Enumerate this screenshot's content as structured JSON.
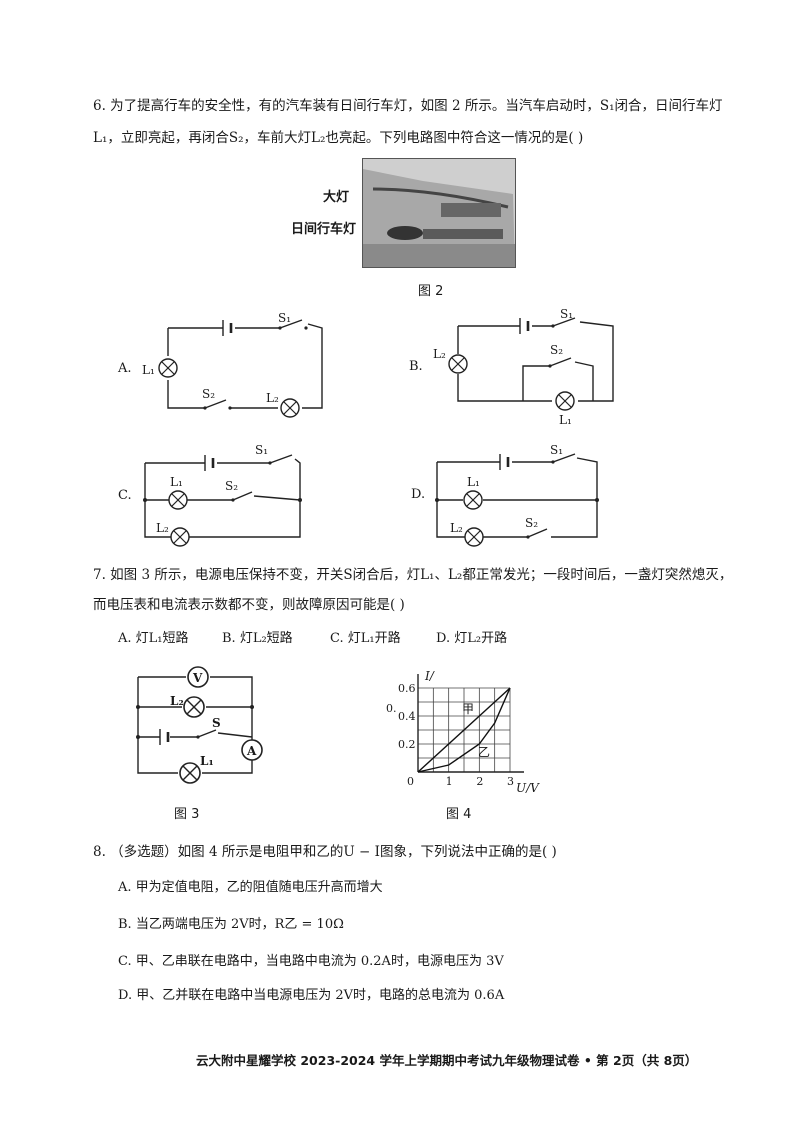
{
  "q6": {
    "line1": "6.  为了提高行车的安全性，有的汽车装有日间行车灯，如图 2 所示。当汽车启动时，S₁闭合，日间行车灯",
    "line2": "L₁，立即亮起，再闭合S₂，车前大灯L₂也亮起。下列电路图中符合这一情况的是(                )",
    "photo_labels": {
      "headlight": "大灯",
      "drl": "日间行车灯"
    },
    "figure_caption": "图 2",
    "options": [
      {
        "letter": "A.",
        "L1": "L₁",
        "L2": "L₂",
        "S1": "S₁",
        "S2": "S₂"
      },
      {
        "letter": "B.",
        "L1": "L₁",
        "L2": "L₂",
        "S1": "S₁",
        "S2": "S₂"
      },
      {
        "letter": "C.",
        "L1": "L₁",
        "L2": "L₂",
        "S1": "S₁",
        "S2": "S₂"
      },
      {
        "letter": "D.",
        "L1": "L₁",
        "L2": "L₂",
        "S1": "S₁",
        "S2": "S₂"
      }
    ]
  },
  "q7": {
    "line1": "7.  如图 3 所示，电源电压保持不变，开关S闭合后，灯L₁、L₂都正常发光；一段时间后，一盏灯突然熄灭，",
    "line2": "而电压表和电流表示数都不变，则故障原因可能是(                )",
    "options": [
      "A.  灯L₁短路",
      "B.  灯L₂短路",
      "C.  灯L₁开路",
      "D.  灯L₂开路"
    ],
    "fig3": {
      "caption": "图 3",
      "V": "V",
      "A": "A",
      "L2": "L₂",
      "S": "S",
      "L1": "L₁"
    },
    "fig4": {
      "caption": "图 4",
      "y_axis_label": "I/",
      "x_axis_label": "U/V",
      "y_tick_labels": [
        "0.6",
        "0.4",
        "0.2"
      ],
      "x_tick_labels": [
        "0",
        "1",
        "2",
        "3"
      ],
      "side_mark": "0.",
      "series_labels": [
        "甲",
        "乙"
      ]
    }
  },
  "q8": {
    "stem": "8.  （多选题）如图 4 所示是电阻甲和乙的U − I图象，下列说法中正确的是(                )",
    "options": [
      "A.  甲为定值电阻，乙的阻值随电压升高而增大",
      "B.  当乙两端电压为 2V时，R乙 = 10Ω",
      "C.  甲、乙串联在电路中，当电路中电流为 0.2A时，电源电压为 3V",
      "D.  甲、乙并联在电路中当电源电压为 2V时，电路的总电流为 0.6A"
    ]
  },
  "footer": "云大附中星耀学校 2023-2024 学年上学期期中考试九年级物理试卷 • 第 2页（共 8页）",
  "chart_data": {
    "type": "line",
    "title": "",
    "xlabel": "U/V",
    "ylabel": "I/",
    "xlim": [
      0,
      3
    ],
    "ylim": [
      0,
      0.6
    ],
    "grid": true,
    "series": [
      {
        "name": "甲",
        "x": [
          0,
          3
        ],
        "y": [
          0,
          0.6
        ]
      },
      {
        "name": "乙",
        "x": [
          0,
          1,
          2,
          2.5,
          3
        ],
        "y": [
          0,
          0.05,
          0.2,
          0.35,
          0.6
        ]
      }
    ]
  }
}
